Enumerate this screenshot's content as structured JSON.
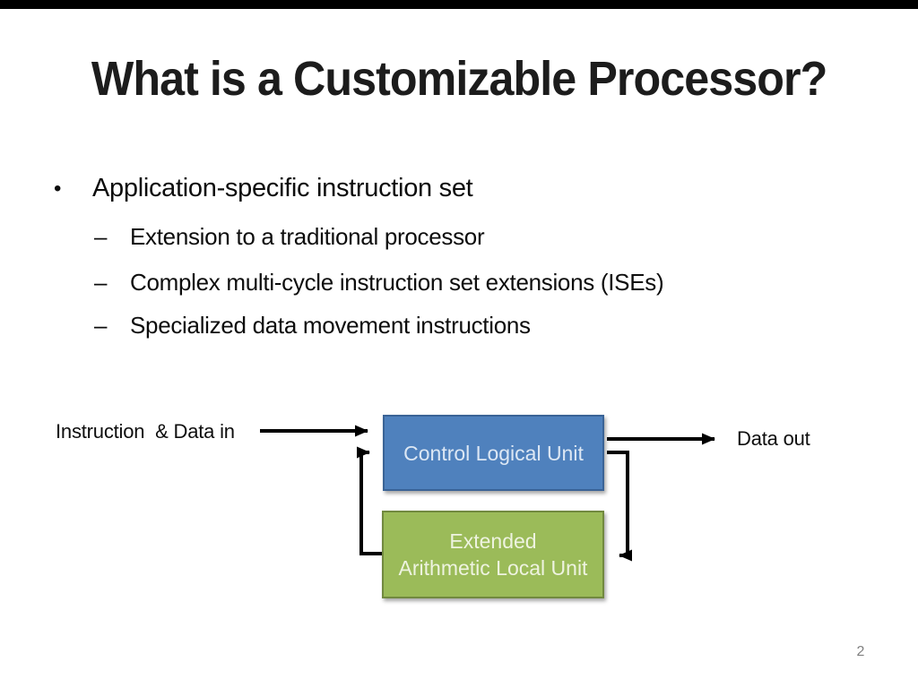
{
  "slide": {
    "title": "What is a Customizable Processor?",
    "page_number": "2"
  },
  "bullets": {
    "marker_main": "•",
    "marker_sub": "–",
    "main": "Application-specific instruction set",
    "sub": [
      "Extension to a traditional processor",
      "Complex multi-cycle instruction set extensions (ISEs)",
      "Specialized data movement instructions"
    ]
  },
  "diagram": {
    "input_label": "Instruction  & Data in",
    "output_label": "Data out",
    "control_unit_label": "Control Logical Unit",
    "extended_unit_label_line1": "Extended",
    "extended_unit_label_line2": "Arithmetic Local Unit",
    "colors": {
      "control_fill": "#4f81bd",
      "control_border": "#3a6396",
      "extended_fill": "#9bbb59",
      "extended_border": "#71893f",
      "arrow": "#000000"
    }
  }
}
